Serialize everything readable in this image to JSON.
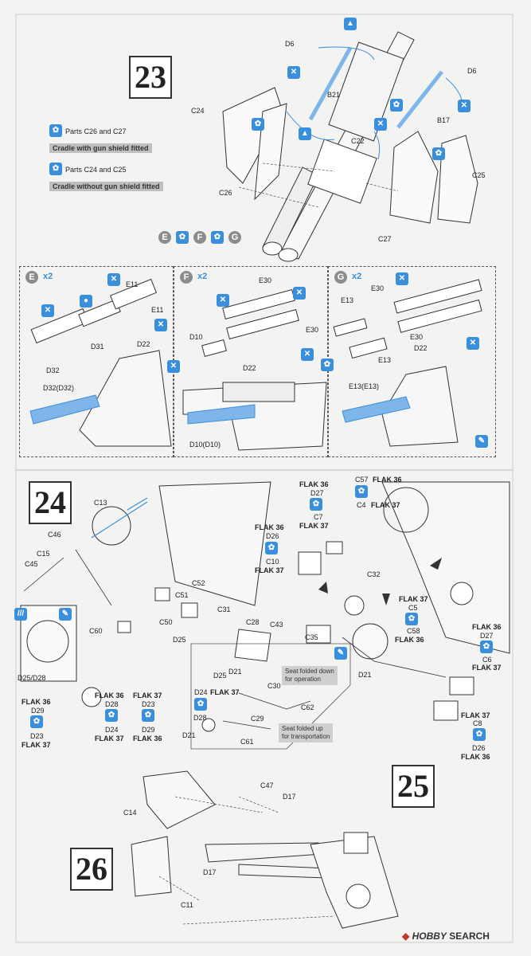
{
  "steps": {
    "s23": "23",
    "s24": "24",
    "s25": "25",
    "s26": "26"
  },
  "step23": {
    "legend1_title": "Parts C26 and C27",
    "legend1_desc": "Cradle with gun shield fitted",
    "legend2_title": "Parts C24 and C25",
    "legend2_desc": "Cradle without gun shield fitted",
    "options": [
      "E",
      "F",
      "G"
    ],
    "labels": {
      "d6a": "D6",
      "d6b": "D6",
      "b21": "B21",
      "b17": "B17",
      "c24": "C24",
      "c22": "C22",
      "c26": "C26",
      "c27": "C27",
      "c25": "C25"
    }
  },
  "panelE": {
    "letter": "E",
    "qty": "x2",
    "e11a": "E11",
    "e11b": "E11",
    "d31": "D31",
    "d22": "D22",
    "d32": "D32",
    "d32d32": "D32(D32)"
  },
  "panelF": {
    "letter": "F",
    "qty": "x2",
    "e30a": "E30",
    "e30b": "E30",
    "d10": "D10",
    "d22": "D22",
    "d10d10": "D10(D10)"
  },
  "panelG": {
    "letter": "G",
    "qty": "x2",
    "e13a": "E13",
    "e30a": "E30",
    "e30b": "E30",
    "d22": "D22",
    "e13b": "E13",
    "e13e13": "E13(E13)"
  },
  "step24": {
    "c13": "C13",
    "c46": "C46",
    "c15": "C15",
    "c45": "C45",
    "c60": "C60",
    "c51": "C51",
    "c52": "C52",
    "c50": "C50",
    "c31": "C31",
    "d25": "D25",
    "d25d28": "D25/D28",
    "flak36_d26": "FLAK 36",
    "d26": "D26",
    "c10": "C10",
    "flak37_c10": "FLAK 37",
    "flak36_d27": "FLAK 36",
    "d27": "D27",
    "c7": "C7",
    "flak37_c7": "FLAK 37",
    "c57": "C57",
    "flak36_c57": "FLAK 36",
    "c4": "C4",
    "flak37_c4": "FLAK 37",
    "c32": "C32",
    "c35": "C35",
    "flak37_c5": "FLAK 37",
    "c5": "C5",
    "c58": "C58",
    "flak36_c58": "FLAK 36",
    "flak36_d27b": "FLAK 36",
    "d27b": "D27",
    "c6": "C6",
    "flak37_c6": "FLAK 37",
    "d21": "D21",
    "flak37_c8": "FLAK 37",
    "c8": "C8",
    "d26b": "D26",
    "flak36_d26b": "FLAK 36",
    "c28": "C28",
    "c43": "C43",
    "d25b": "D25",
    "d21b": "D21",
    "c30": "C30",
    "c62": "C62",
    "d24a": "D24",
    "flak37_d24a": "FLAK 37",
    "d28": "D28",
    "c29": "C29",
    "d21c": "D21",
    "c61": "C61",
    "note_down": "Seat folded down\nfor operation",
    "note_up": "Seat folded up\nfor transportation",
    "flak36_a": "FLAK 36",
    "d29a": "D29",
    "d23a": "D23",
    "flak37_a": "FLAK 37",
    "flak36_b": "FLAK 36",
    "d28b": "D28",
    "d24b": "D24",
    "flak37_b": "FLAK 37",
    "flak37_c": "FLAK 37",
    "d23b": "D23",
    "d29b": "D29",
    "flak36_c": "FLAK 36"
  },
  "step25": {
    "c47": "C47",
    "d17": "D17",
    "c14": "C14"
  },
  "step26": {
    "d17": "D17",
    "c11": "C11"
  },
  "watermark": {
    "brand": "HOBBY",
    "brand2": "SEARCH"
  },
  "colors": {
    "accent": "#3a8fdc",
    "part_highlight": "#7fb6ea"
  }
}
